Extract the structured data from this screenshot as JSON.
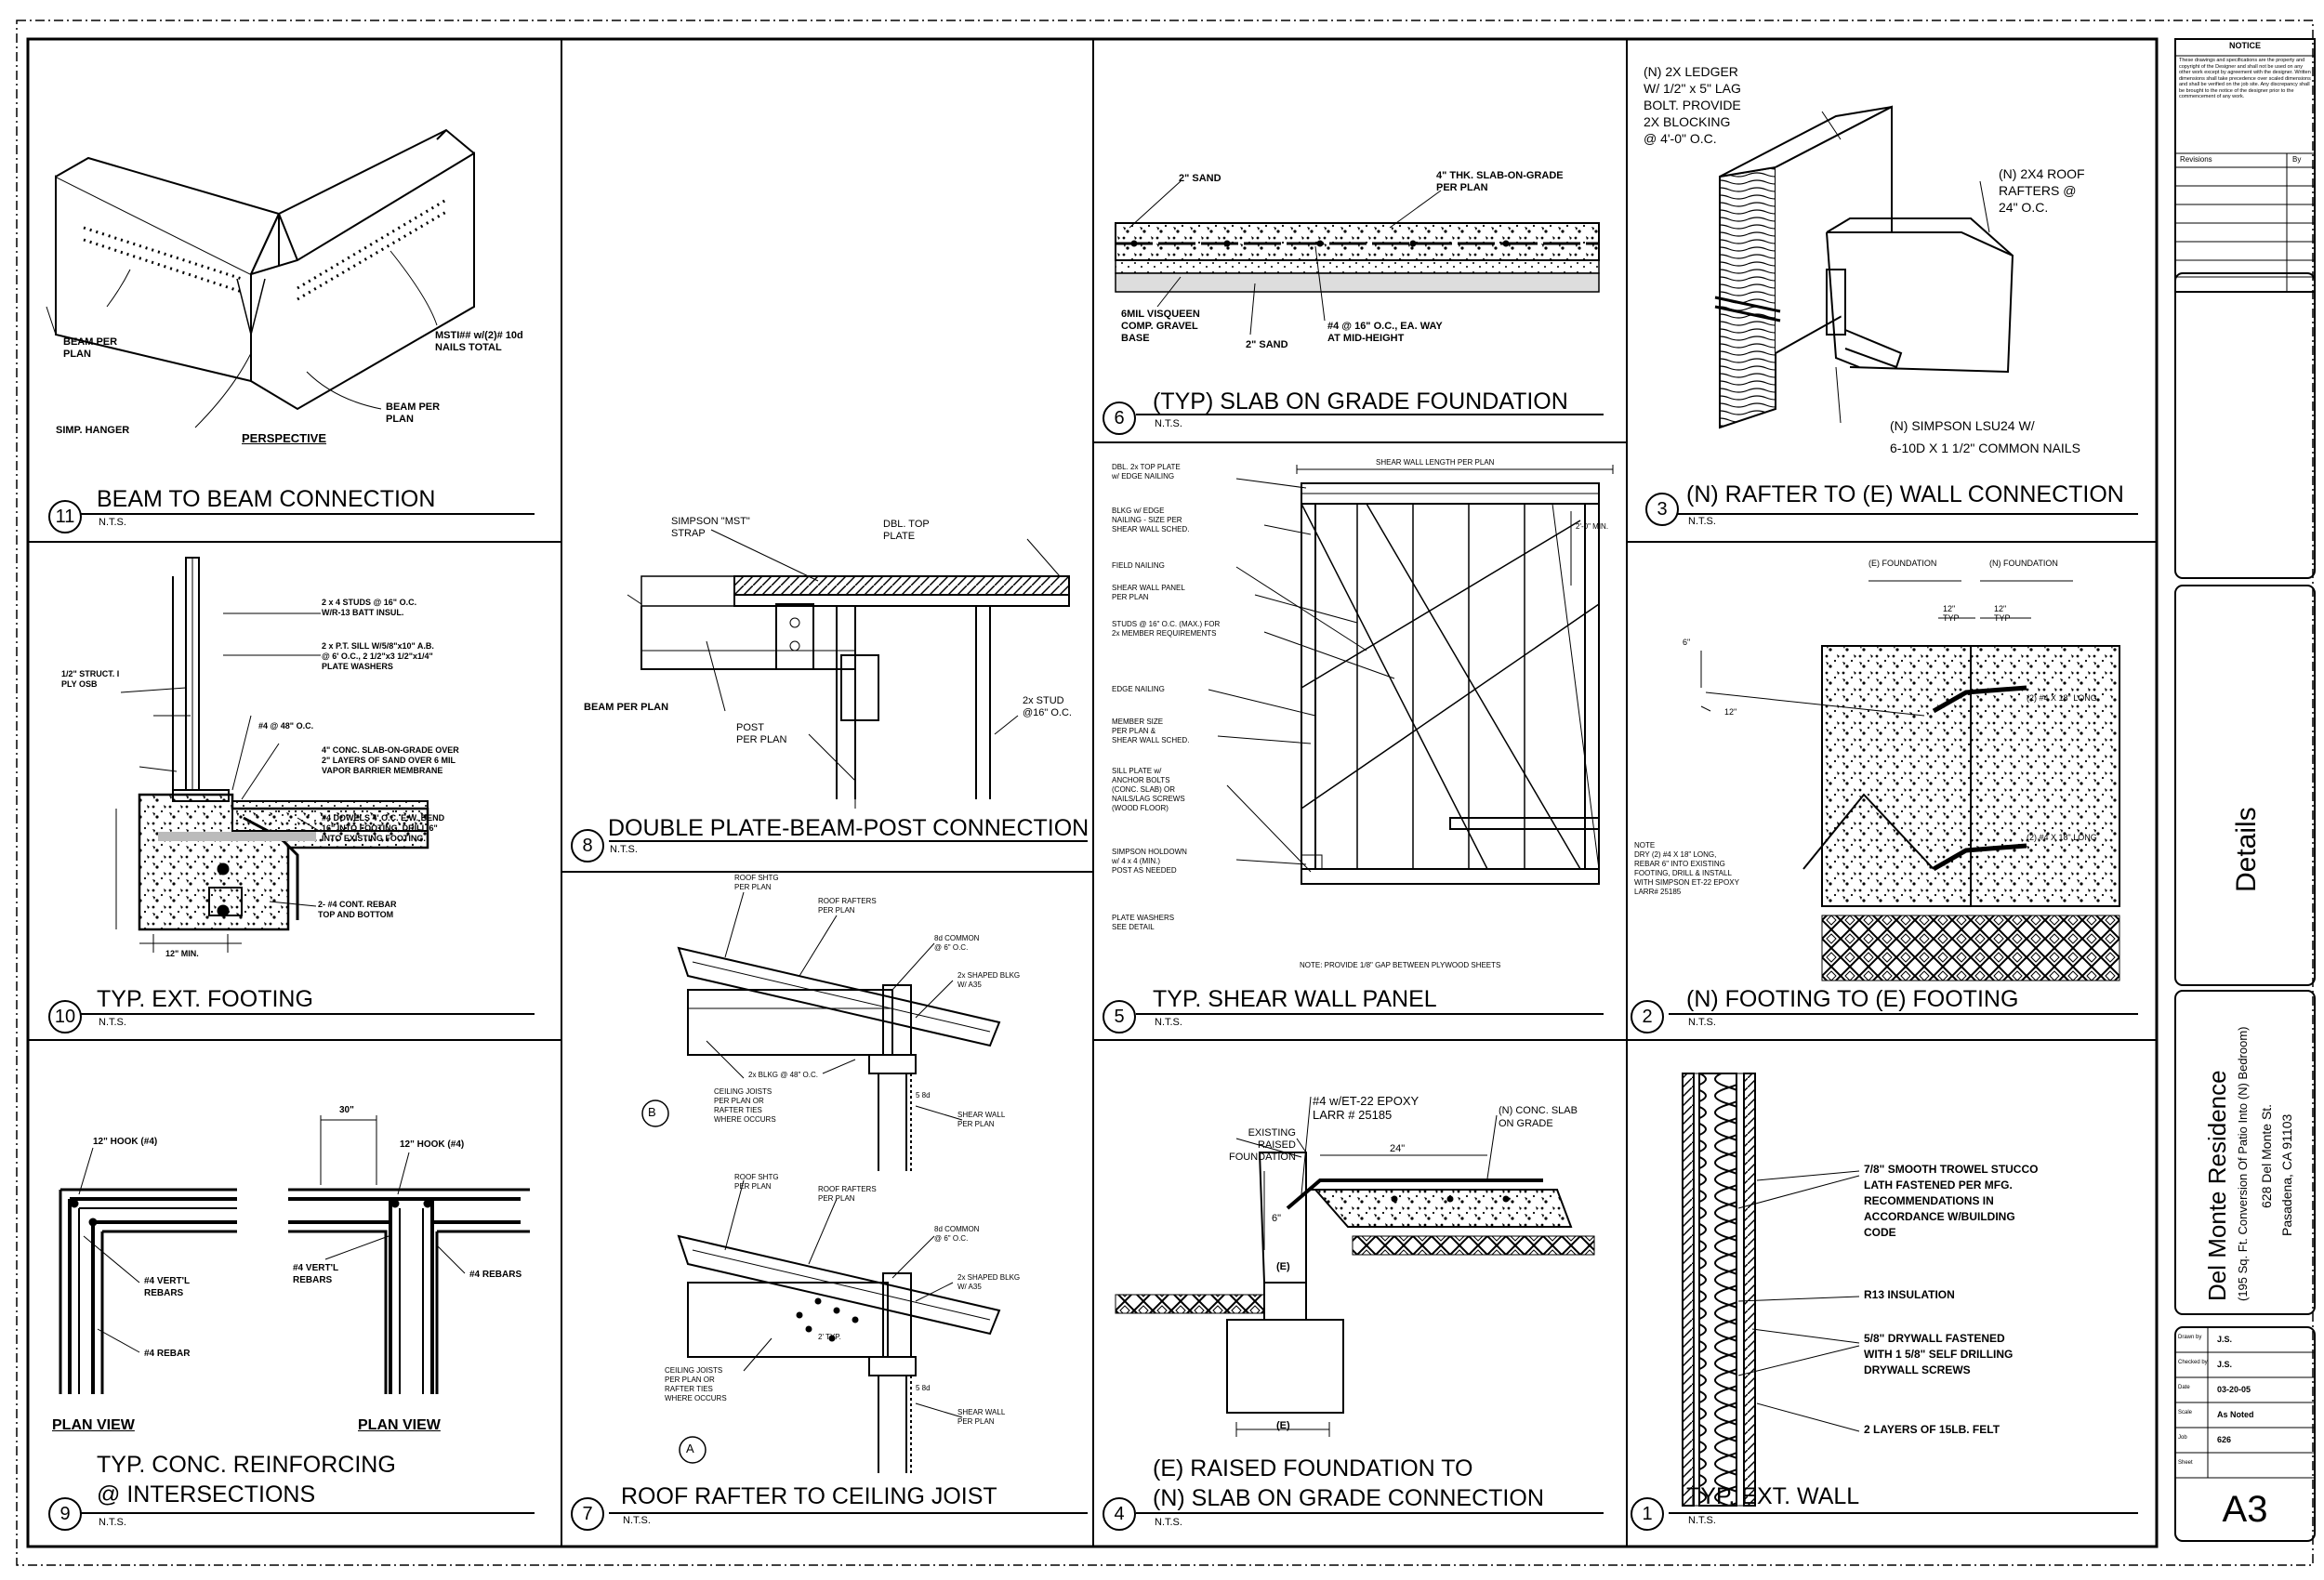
{
  "details": [
    {
      "id": "d11",
      "number": "11",
      "title": "BEAM TO BEAM CONNECTION",
      "scale": "N.T.S.",
      "labels": [
        "BEAM PER\nPLAN",
        "SIMP. HANGER",
        "PERSPECTIVE",
        "BEAM PER\nPLAN",
        "MSTI## w/(2)# 10d\nNAILS TOTAL"
      ]
    },
    {
      "id": "d8",
      "number": "8",
      "title": "DOUBLE PLATE-BEAM-POST CONNECTION",
      "scale": "N.T.S.",
      "labels": [
        "SIMPSON \"MST\"\nSTRAP",
        "DBL. TOP\nPLATE",
        "BEAM PER PLAN",
        "POST\nPER PLAN",
        "2x STUD\n@16\" O.C."
      ]
    },
    {
      "id": "d6",
      "number": "6",
      "title": "(TYP) SLAB ON GRADE FOUNDATION",
      "scale": "N.T.S.",
      "labels": [
        "2\" SAND",
        "4\" THK. SLAB-ON-GRADE\nPER PLAN",
        "6MIL VISQUEEN\nCOMP. GRAVEL\nBASE",
        "2\" SAND",
        "#4 @ 16\" O.C., EA. WAY\nAT MID-HEIGHT"
      ]
    },
    {
      "id": "d3",
      "number": "3",
      "title": "(N) RAFTER TO (E) WALL CONNECTION",
      "scale": "N.T.S.",
      "labels": [
        "(N) 2X LEDGER\nW/ 1/2\" x 5\" LAG\nBOLT. PROVIDE\n2X BLOCKING\n@ 4'-0\" O.C.",
        "(N) 2X4 ROOF\nRAFTERS @\n24\" O.C.",
        "(N) SIMPSON LSU24 W/\n6-10D X 1 1/2\" COMMON NAILS"
      ]
    },
    {
      "id": "d10",
      "number": "10",
      "title": "TYP. EXT. FOOTING",
      "scale": "N.T.S.",
      "labels": [
        "2 x 4 STUDS @ 16\" O.C.\nW/R-13 BATT INSUL.",
        "2 x P.T. SILL W/5/8\"x10\" A.B.\n@ 6' O.C., 2 1/2\"x3 1/2\"x1/4\"\nPLATE WASHERS",
        "1/2\" STRUCT. I\nPLY OSB",
        "4\" CONC. SLAB-ON-GRADE OVER\n2\" LAYERS OF SAND OVER 6 MIL\nVAPOR BARRIER MEMBRANE",
        "#4 DOWELS 4' O.C. E.W. BEND\n16\" INTO FOOTING, DRILL 6\"\nINTO EXISTING FOOTING.",
        "2- #4 CONT. REBAR\nTOP AND BOTTOM",
        "#4 @ 48\" O.C.",
        "12\" MIN."
      ]
    },
    {
      "id": "d5",
      "number": "5",
      "title": "TYP. SHEAR WALL PANEL",
      "scale": "N.T.S.",
      "labels": [
        "DBL. 2x TOP PLATE\nw/ EDGE NAILING",
        "BLKG w/ EDGE\nNAILING - SIZE PER\nSHEAR WALL SCHED.",
        "FIELD NAILING",
        "SHEAR WALL PANEL\nPER PLAN",
        "STUDS @ 16\" O.C. (MAX.) FOR\n2x MEMBER REQUIREMENTS",
        "EDGE NAILING",
        "MEMBER SIZE\nPER PLAN &\nSHEAR WALL SCHED.",
        "SILL PLATE w/\nANCHOR BOLTS\n(CONC. SLAB) OR\nNAILS/LAG SCREWS\n(WOOD FLOOR)",
        "SIMPSON HOLDOWN\nw/ 4 x 4 (MIN.)\nPOST AS NEEDED",
        "PLATE WASHERS\nSEE DETAIL",
        "SHEAR WALL LENGTH PER PLAN",
        "2'-0\" MIN.",
        "NOTE: PROVIDE 1/8\" GAP BETWEEN PLYWOOD SHEETS"
      ]
    },
    {
      "id": "d2",
      "number": "2",
      "title": "(N) FOOTING TO (E) FOOTING",
      "scale": "N.T.S.",
      "labels": [
        "(E) FOUNDATION",
        "(N) FOUNDATION",
        "12\"\nTYP",
        "12\"\nTYP",
        "6\"",
        "12\"",
        "(2) #4 X 18\" LONG",
        "(2) #4 X 18\" LONG",
        "NOTE\nDRY (2) #4 X 18\" LONG,\nREBAR 6\" INTO EXISTING\nFOOTING, DRILL & INSTALL\nWITH SIMPSON ET-22 EPOXY\nLARR# 25185"
      ]
    },
    {
      "id": "d9",
      "number": "9",
      "title": "TYP. CONC. REINFORCING\n@ INTERSECTIONS",
      "scale": "N.T.S.",
      "labels": [
        "12\" HOOK (#4)",
        "#4 VERT'L\nREBARS",
        "#4 REBAR",
        "PLAN VIEW",
        "12\" HOOK (#4)",
        "#4 VERT'L\nREBARS",
        "#4 REBARS",
        "PLAN VIEW",
        "30\""
      ]
    },
    {
      "id": "d7",
      "number": "7",
      "title": "ROOF RAFTER TO CEILING JOIST",
      "scale": "N.T.S.",
      "labels": [
        "ROOF SHTG\nPER PLAN",
        "ROOF RAFTERS\nPER PLAN",
        "8d COMMON\n@ 6\" O.C.",
        "2x SHAPED BLKG\nW/ A35",
        "2x BLKG @ 48\" O.C.",
        "CEILING JOISTS\nPER PLAN OR\nRAFTER TIES\nWHERE OCCURS",
        "SHEAR WALL\nPER PLAN",
        "B",
        "ROOF SHTG\nPER PLAN",
        "ROOF RAFTERS\nPER PLAN",
        "8d COMMON\n@ 6\" O.C.",
        "2x SHAPED BLKG\nW/ A35",
        "CEILING JOISTS\nPER PLAN OR\nRAFTER TIES\nWHERE OCCURS",
        "SHEAR WALL\nPER PLAN",
        "A",
        "2' TYP.",
        "5 8d",
        "5 8d"
      ]
    },
    {
      "id": "d4",
      "number": "4",
      "title": "(E) RAISED FOUNDATION TO\n(N) SLAB ON GRADE CONNECTION",
      "scale": "N.T.S.",
      "labels": [
        "#4 w/ET-22 EPOXY\nLARR # 25185",
        "(N) CONC. SLAB\nON GRADE",
        "EXISTING\nRAISED\nFOUNDATION",
        "24\"",
        "6\"",
        "(E)",
        "(E)"
      ]
    },
    {
      "id": "d1",
      "number": "1",
      "title": "TYP. EXT. WALL",
      "scale": "N.T.S.",
      "labels": [
        "7/8\" SMOOTH TROWEL STUCCO\nLATH FASTENED PER MFG.\nRECOMMENDATIONS IN\nACCORDANCE W/BUILDING\nCODE",
        "R13 INSULATION",
        "5/8\" DRYWALL FASTENED\nWITH 1 5/8\" SELF DRILLING\nDRYWALL SCREWS",
        "2 LAYERS OF 15LB. FELT"
      ]
    }
  ],
  "title_block": {
    "notice_title": "NOTICE",
    "notice_text": "These drawings and specifications are the property and copyright of the Designer and shall not be used on any other work except by agreement with the designer. Written dimensions shall take precedence over scaled dimensions and shall be verified on the job site. Any discrepancy shall be brought to the notice of the designer prior to the commencement of any work.",
    "revision_header": "Revisions",
    "by_header": "By",
    "sheet_title": "Details",
    "project_name": "Del Monte Residence",
    "project_desc": "(195 Sq. Ft. Conversion Of Patio Into (N) Bedroom)",
    "address_line1": "628 Del Monte St.",
    "address_line2": "Pasadena, CA 91103",
    "drawn_label": "Drawn by",
    "drawn_value": "J.S.",
    "checked_label": "Checked by",
    "checked_value": "J.S.",
    "date_label": "Date",
    "date_value": "03-20-05",
    "scale_label": "Scale",
    "scale_value": "As Noted",
    "job_label": "Job",
    "job_value": "626",
    "sheet_label": "Sheet",
    "sheet_value": "A3"
  }
}
